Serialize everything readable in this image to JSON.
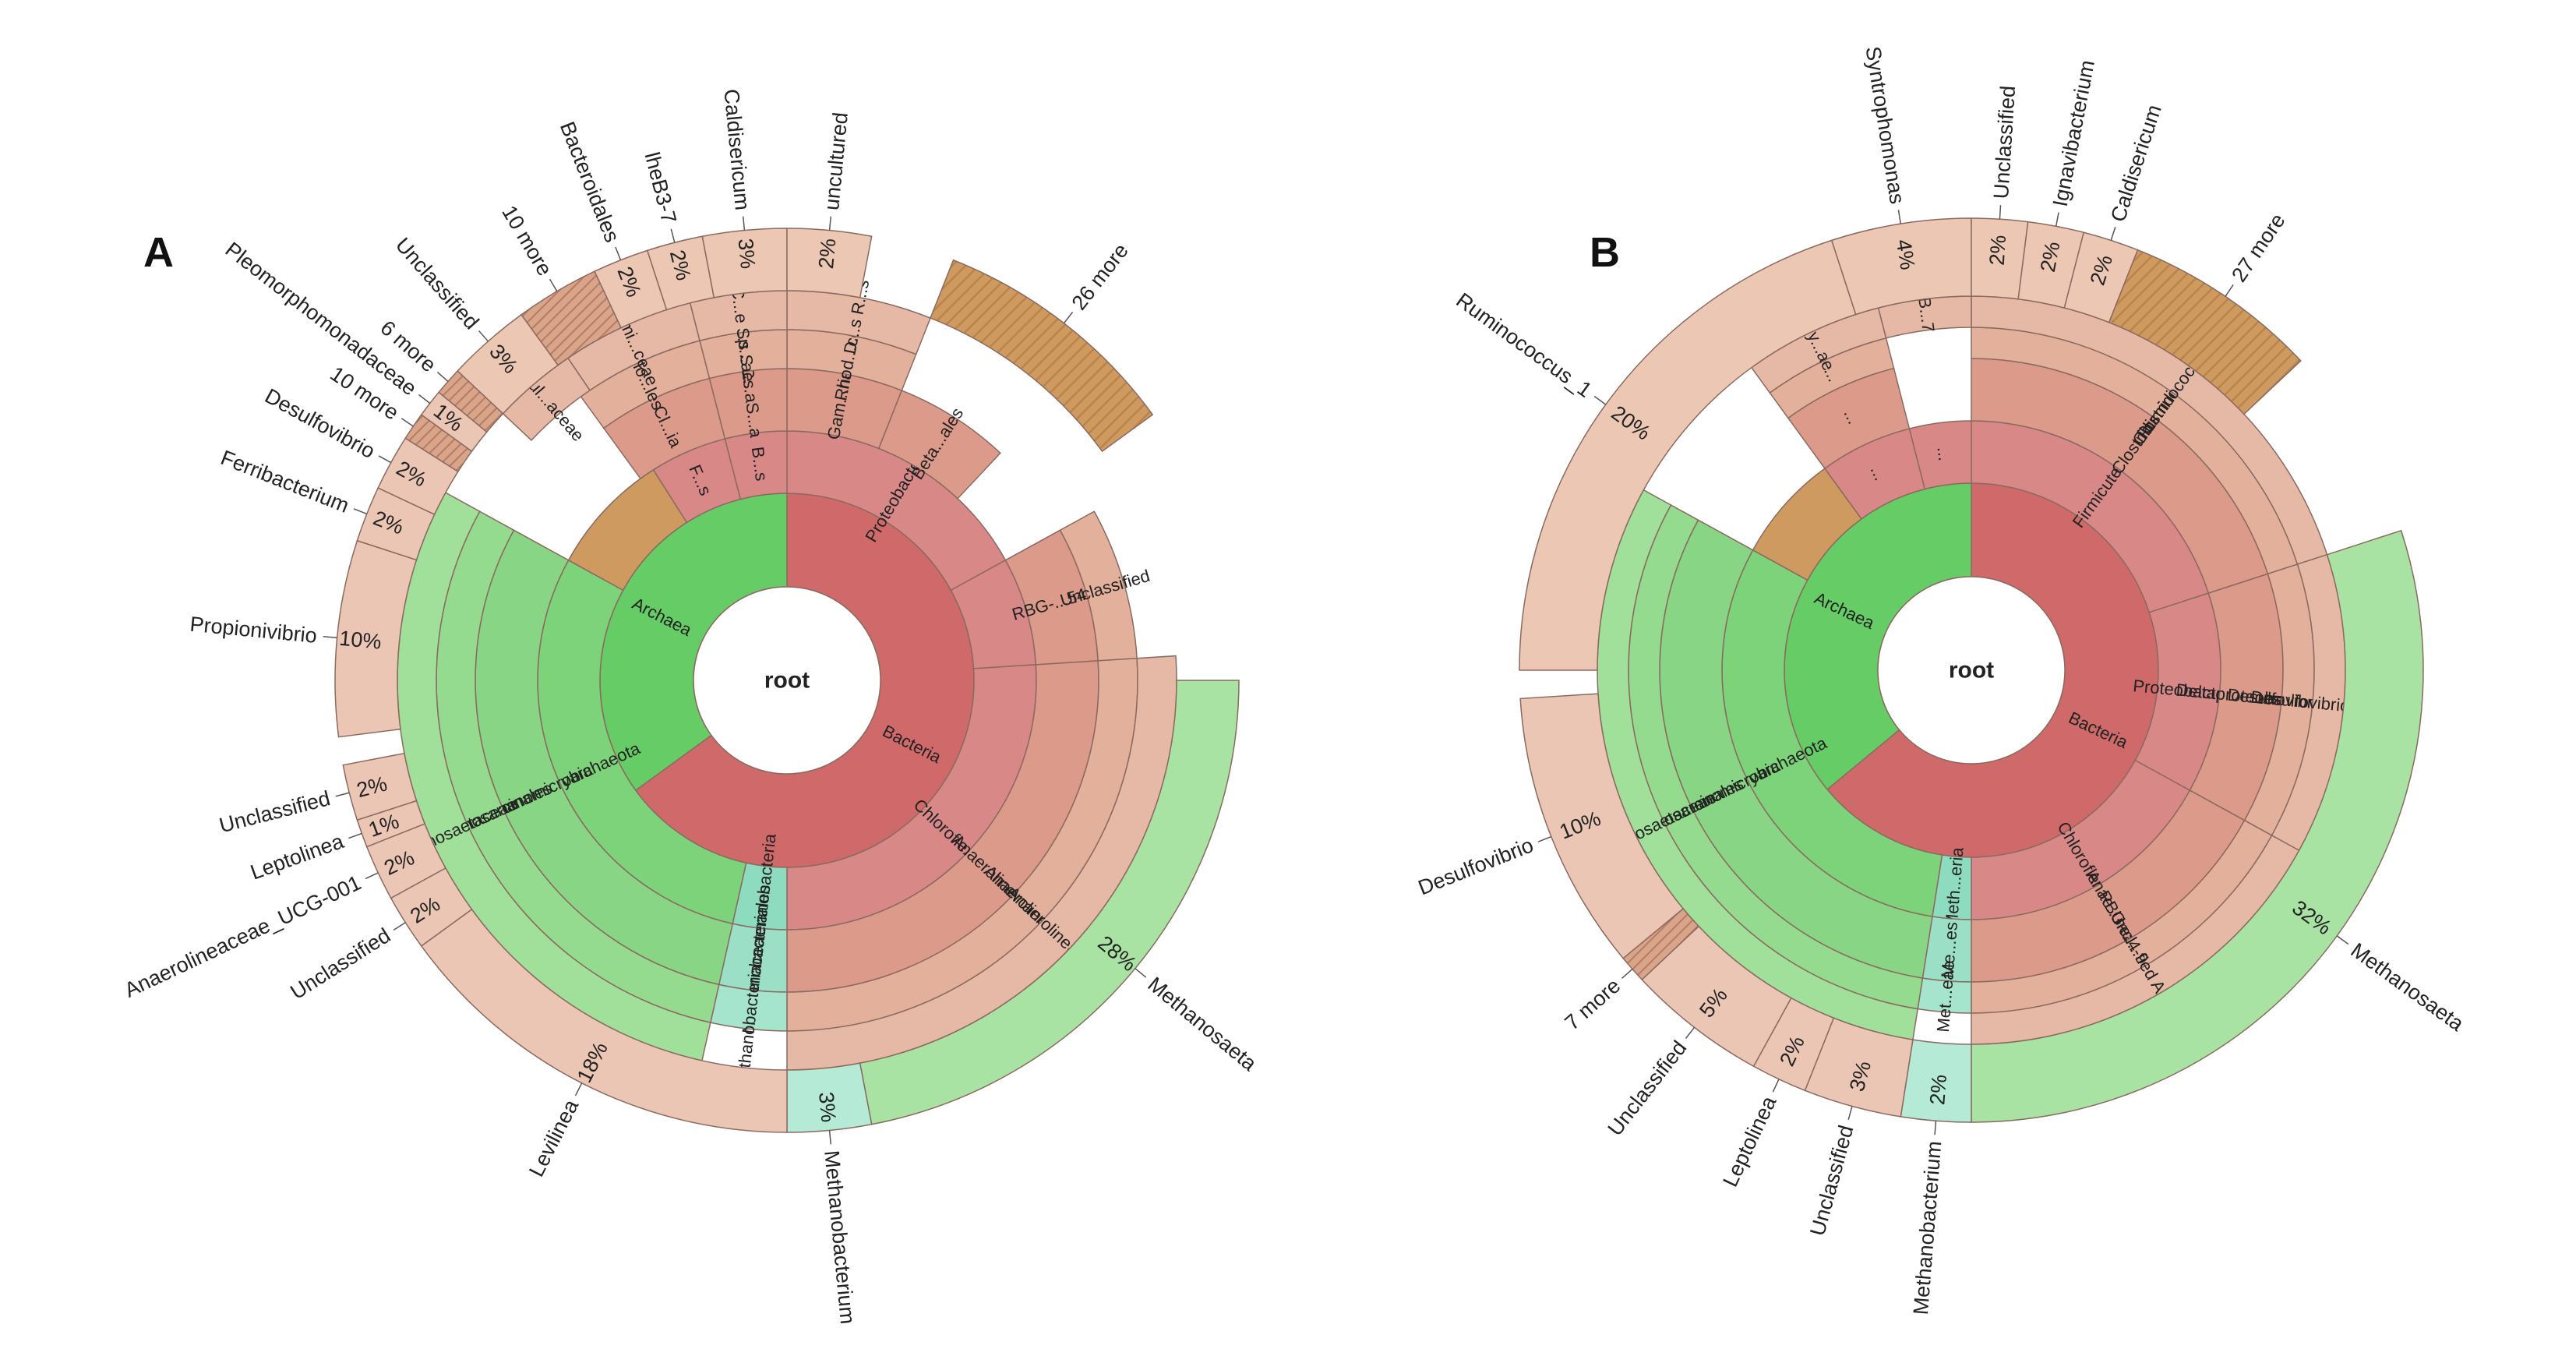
{
  "chart_data": [
    {
      "type": "sunburst",
      "panel_label": "A",
      "root_label": "root",
      "colors": {
        "bacteria": "#d06a6a",
        "archaea": "#66cc66"
      },
      "rings": [
        [
          {
            "label": "Bacteria",
            "start": 0,
            "end": 0.65,
            "kind": "bacteria"
          },
          {
            "label": "Archaea",
            "start": 0.65,
            "end": 1.0,
            "kind": "archaea"
          }
        ],
        [
          {
            "label": "Proteobacteria",
            "start": 0,
            "end": 0.17,
            "kind": "bacteria"
          },
          {
            "label": "",
            "start": 0.17,
            "end": 0.24,
            "kind": "bacteria"
          },
          {
            "label": "Chloroflexi",
            "start": 0.24,
            "end": 0.5,
            "kind": "bacteria"
          },
          {
            "label": "Methanobacteria",
            "start": 0.5,
            "end": 0.535,
            "kind": "mb"
          },
          {
            "label": "Euryarchaeota",
            "start": 0.535,
            "end": 0.83,
            "kind": "archaea"
          },
          {
            "label": "",
            "start": 0.83,
            "end": 0.91,
            "kind": "brown"
          },
          {
            "label": "F...s",
            "start": 0.91,
            "end": 0.96,
            "kind": "bacteria"
          },
          {
            "label": "B...s",
            "start": 0.96,
            "end": 1.0,
            "kind": "bacteria"
          }
        ],
        [
          {
            "label": "Gam...ria",
            "start": 0,
            "end": 0.06,
            "kind": "bacteria"
          },
          {
            "label": "Beta...ales",
            "start": 0.06,
            "end": 0.12,
            "kind": "bacteria"
          },
          {
            "label": "RBG-...54-9",
            "start": 0.17,
            "end": 0.24,
            "kind": "bacteria"
          },
          {
            "label": "Anaerolineae",
            "start": 0.24,
            "end": 0.5,
            "kind": "bacteria"
          },
          {
            "label": "Methanobacteriales",
            "start": 0.5,
            "end": 0.535,
            "kind": "mb"
          },
          {
            "label": "Methanomicrobia",
            "start": 0.535,
            "end": 0.83,
            "kind": "archaea"
          },
          {
            "label": "Cl...ia",
            "start": 0.9,
            "end": 0.96,
            "kind": "bacteria"
          },
          {
            "label": "C...aS...a",
            "start": 0.96,
            "end": 1.0,
            "kind": "bacteria"
          }
        ],
        [
          {
            "label": "Rhod...ceae",
            "start": 0,
            "end": 0.06,
            "kind": "bacteria"
          },
          {
            "label": "Unclassified",
            "start": 0.17,
            "end": 0.24,
            "kind": "bacteria"
          },
          {
            "label": "Anaerolineales",
            "start": 0.24,
            "end": 0.5,
            "kind": "bacteria"
          },
          {
            "label": "Methanobacteriaceae",
            "start": 0.5,
            "end": 0.535,
            "kind": "mb"
          },
          {
            "label": "Methanosarcinales",
            "start": 0.535,
            "end": 0.83,
            "kind": "archaea"
          },
          {
            "label": "Clo...les",
            "start": 0.9,
            "end": 0.96,
            "kind": "bacteria"
          },
          {
            "label": "C...s S...s",
            "start": 0.96,
            "end": 1.0,
            "kind": "bacteria"
          }
        ],
        [
          {
            "label": "D...s R...s",
            "start": 0,
            "end": 0.06,
            "kind": "bacteria"
          },
          {
            "label": "Anaerolineaceae",
            "start": 0.24,
            "end": 0.5,
            "kind": "bacteria"
          },
          {
            "label": "Methanosaetaceae",
            "start": 0.535,
            "end": 0.83,
            "kind": "archaea"
          },
          {
            "label": "Desul...aceae",
            "start": 0.87,
            "end": 0.905,
            "kind": "bacteria"
          },
          {
            "label": "Rumi...ceae",
            "start": 0.905,
            "end": 0.96,
            "kind": "bacteria"
          },
          {
            "label": "M...e C...e Sp...ae",
            "start": 0.96,
            "end": 1.0,
            "kind": "bacteria"
          }
        ]
      ],
      "leaves": [
        {
          "name": "Methanosaeta",
          "percent": "28%",
          "value": 28,
          "start": 0.25,
          "end": 0.47,
          "kind": "archaea"
        },
        {
          "name": "Methanobacterium",
          "percent": "3%",
          "value": 3,
          "start": 0.47,
          "end": 0.5,
          "kind": "mb"
        },
        {
          "name": "Levilinea",
          "percent": "18%",
          "value": 18,
          "start": 0.5,
          "end": 0.65,
          "kind": "bacteria"
        },
        {
          "name": "Unclassified",
          "percent": "2%",
          "value": 2,
          "start": 0.65,
          "end": 0.67,
          "kind": "bacteria"
        },
        {
          "name": "Anaerolineaceae_UCG-001",
          "percent": "2%",
          "value": 2,
          "start": 0.67,
          "end": 0.69,
          "kind": "bacteria"
        },
        {
          "name": "Leptolinea",
          "percent": "1%",
          "value": 1,
          "start": 0.69,
          "end": 0.7,
          "kind": "bacteria"
        },
        {
          "name": "Unclassified",
          "percent": "2%",
          "value": 2,
          "start": 0.7,
          "end": 0.72,
          "kind": "bacteria"
        },
        {
          "name": "Propionivibrio",
          "percent": "10%",
          "value": 10,
          "start": 0.73,
          "end": 0.8,
          "kind": "bacteria"
        },
        {
          "name": "Ferribacterium",
          "percent": "2%",
          "value": 2,
          "start": 0.8,
          "end": 0.82,
          "kind": "bacteria"
        },
        {
          "name": "Desulfovibrio",
          "percent": "2%",
          "value": 2,
          "start": 0.82,
          "end": 0.84,
          "kind": "bacteria"
        },
        {
          "name": "10 more",
          "percent": "",
          "value": null,
          "start": 0.84,
          "end": 0.85,
          "kind": "hatch"
        },
        {
          "name": "Pleomorphomonadaceae",
          "percent": "1%",
          "value": 1,
          "start": 0.85,
          "end": 0.86,
          "kind": "bacteria"
        },
        {
          "name": "6 more",
          "percent": "",
          "value": null,
          "start": 0.86,
          "end": 0.87,
          "kind": "hatch"
        },
        {
          "name": "Unclassified",
          "percent": "3%",
          "value": 3,
          "start": 0.87,
          "end": 0.9,
          "kind": "light"
        },
        {
          "name": "10 more",
          "percent": "",
          "value": null,
          "start": 0.9,
          "end": 0.93,
          "kind": "hatch"
        },
        {
          "name": "Bacteroidales",
          "percent": "2%",
          "value": 2,
          "start": 0.93,
          "end": 0.95,
          "kind": "light"
        },
        {
          "name": "lheB3-7",
          "percent": "2%",
          "value": 2,
          "start": 0.95,
          "end": 0.97,
          "kind": "light"
        },
        {
          "name": "Caldisericum",
          "percent": "3%",
          "value": 3,
          "start": 0.97,
          "end": 1.0,
          "kind": "light"
        },
        {
          "name": "uncultured",
          "percent": "2%",
          "value": 2,
          "start": 0.0,
          "end": 0.03,
          "kind": "light"
        },
        {
          "name": "26 more",
          "percent": "",
          "value": null,
          "start": 0.06,
          "end": 0.15,
          "kind": "brown"
        }
      ]
    },
    {
      "type": "sunburst",
      "panel_label": "B",
      "root_label": "root",
      "colors": {
        "bacteria": "#d06a6a",
        "archaea": "#66cc66"
      },
      "rings": [
        [
          {
            "label": "Bacteria",
            "start": 0,
            "end": 0.64,
            "kind": "bacteria"
          },
          {
            "label": "Archaea",
            "start": 0.64,
            "end": 1.0,
            "kind": "archaea"
          }
        ],
        [
          {
            "label": "Firmicutes",
            "start": 0,
            "end": 0.2,
            "kind": "bacteria"
          },
          {
            "label": "Proteobacteria",
            "start": 0.2,
            "end": 0.33,
            "kind": "bacteria"
          },
          {
            "label": "Chloroflexi",
            "start": 0.33,
            "end": 0.5,
            "kind": "bacteria"
          },
          {
            "label": "Meth...eria",
            "start": 0.5,
            "end": 0.525,
            "kind": "mb"
          },
          {
            "label": "Euryarchaeota",
            "start": 0.525,
            "end": 0.83,
            "kind": "archaea"
          },
          {
            "label": "",
            "start": 0.83,
            "end": 0.9,
            "kind": "brown"
          },
          {
            "label": "...",
            "start": 0.9,
            "end": 0.96,
            "kind": "bacteria"
          },
          {
            "label": "...",
            "start": 0.96,
            "end": 1.0,
            "kind": "bacteria"
          }
        ],
        [
          {
            "label": "Clostridia",
            "start": 0,
            "end": 0.2,
            "kind": "bacteria"
          },
          {
            "label": "Deltaproteobacteria",
            "start": 0.2,
            "end": 0.33,
            "kind": "bacteria"
          },
          {
            "label": "Anae...neae",
            "start": 0.33,
            "end": 0.5,
            "kind": "bacteria"
          },
          {
            "label": "Me...es",
            "start": 0.5,
            "end": 0.525,
            "kind": "mb"
          },
          {
            "label": "Methanomicrobia",
            "start": 0.525,
            "end": 0.83,
            "kind": "archaea"
          },
          {
            "label": "...",
            "start": 0.9,
            "end": 0.96,
            "kind": "bacteria"
          }
        ],
        [
          {
            "label": "Clostridiales",
            "start": 0,
            "end": 0.2,
            "kind": "bacteria"
          },
          {
            "label": "Desulfovibrionales",
            "start": 0.2,
            "end": 0.33,
            "kind": "bacteria"
          },
          {
            "label": "RBG-...4-9 An...es",
            "start": 0.33,
            "end": 0.5,
            "kind": "bacteria"
          },
          {
            "label": "Met...eae",
            "start": 0.5,
            "end": 0.525,
            "kind": "mb"
          },
          {
            "label": "Methanosarcinales",
            "start": 0.525,
            "end": 0.83,
            "kind": "archaea"
          },
          {
            "label": "...",
            "start": 0.9,
            "end": 0.96,
            "kind": "bacteria"
          }
        ],
        [
          {
            "label": "Ruminococcaceae",
            "start": 0,
            "end": 0.2,
            "kind": "bacteria"
          },
          {
            "label": "Desulfovibrionaceae",
            "start": 0.2,
            "end": 0.33,
            "kind": "bacteria"
          },
          {
            "label": "Uncl...fied Ana...eae",
            "start": 0.33,
            "end": 0.5,
            "kind": "bacteria"
          },
          {
            "label": "Methanosaetaceae",
            "start": 0.525,
            "end": 0.83,
            "kind": "archaea"
          },
          {
            "label": "Sy...ae",
            "start": 0.9,
            "end": 0.96,
            "kind": "bacteria"
          },
          {
            "label": "B...7",
            "start": 0.96,
            "end": 1.0,
            "kind": "bacteria"
          }
        ]
      ],
      "leaves": [
        {
          "name": "Methanosaeta",
          "percent": "32%",
          "value": 32,
          "start": 0.2,
          "end": 0.5,
          "kind": "archaea"
        },
        {
          "name": "Methanobacterium",
          "percent": "2%",
          "value": 2,
          "start": 0.5,
          "end": 0.525,
          "kind": "mb"
        },
        {
          "name": "Unclassified",
          "percent": "3%",
          "value": 3,
          "start": 0.525,
          "end": 0.56,
          "kind": "bacteria"
        },
        {
          "name": "Leptolinea",
          "percent": "2%",
          "value": 2,
          "start": 0.56,
          "end": 0.58,
          "kind": "bacteria"
        },
        {
          "name": "Unclassified",
          "percent": "5%",
          "value": 5,
          "start": 0.58,
          "end": 0.63,
          "kind": "bacteria"
        },
        {
          "name": "7 more",
          "percent": "",
          "value": null,
          "start": 0.63,
          "end": 0.64,
          "kind": "hatch"
        },
        {
          "name": "Desulfovibrio",
          "percent": "10%",
          "value": 10,
          "start": 0.64,
          "end": 0.74,
          "kind": "bacteria"
        },
        {
          "name": "Ruminococcus_1",
          "percent": "20%",
          "value": 20,
          "start": 0.75,
          "end": 0.95,
          "kind": "light"
        },
        {
          "name": "Syntrophomonas",
          "percent": "4%",
          "value": 4,
          "start": 0.95,
          "end": 1.0,
          "kind": "light"
        },
        {
          "name": "Unclassified",
          "percent": "2%",
          "value": 2,
          "start": 0.0,
          "end": 0.02,
          "kind": "light"
        },
        {
          "name": "Ignavibacterium",
          "percent": "2%",
          "value": 2,
          "start": 0.02,
          "end": 0.04,
          "kind": "light"
        },
        {
          "name": "Caldisericum",
          "percent": "2%",
          "value": 2,
          "start": 0.04,
          "end": 0.06,
          "kind": "light"
        },
        {
          "name": "27 more",
          "percent": "",
          "value": null,
          "start": 0.06,
          "end": 0.13,
          "kind": "brown"
        }
      ]
    }
  ]
}
